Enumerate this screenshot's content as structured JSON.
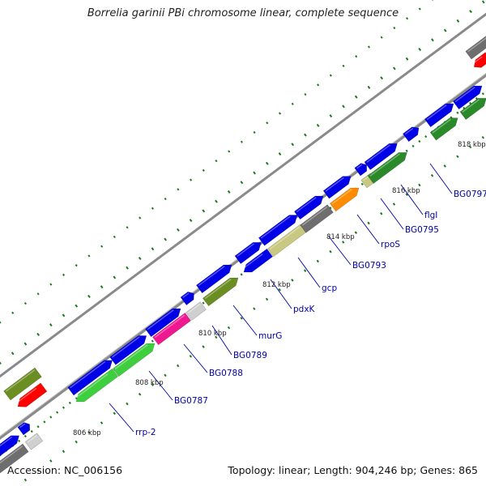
{
  "title": "Borrelia garinii PBi chromosome linear, complete sequence",
  "accession": "Accession: NC_006156",
  "summary": "Topology: linear; Length: 904,246 bp; Genes: 865",
  "colors": {
    "strand_line": "#8a8a8a",
    "tick": "#1a7a1a",
    "blue": "#0000e8",
    "dark_green": "#2a8a2a",
    "light_green": "#3ecf3e",
    "olive": "#6b8e23",
    "khaki": "#c8c880",
    "gray": "#6e6e6e",
    "light_gray": "#cfcfcf",
    "pink": "#f01890",
    "orange": "#ff8c00",
    "red": "#ff0000",
    "label": "#0000a8"
  },
  "kbp_marks": [
    "806 kbp",
    "808 kbp",
    "810 kbp",
    "812 kbp",
    "814 kbp",
    "816 kbp",
    "818 kbp"
  ],
  "gene_labels": [
    "rrp-2",
    "BG0787",
    "BG0788",
    "BG0789",
    "murG",
    "pdxK",
    "gcp",
    "BG0793",
    "rpoS",
    "BG0795",
    "flgI",
    "BG0797"
  ]
}
